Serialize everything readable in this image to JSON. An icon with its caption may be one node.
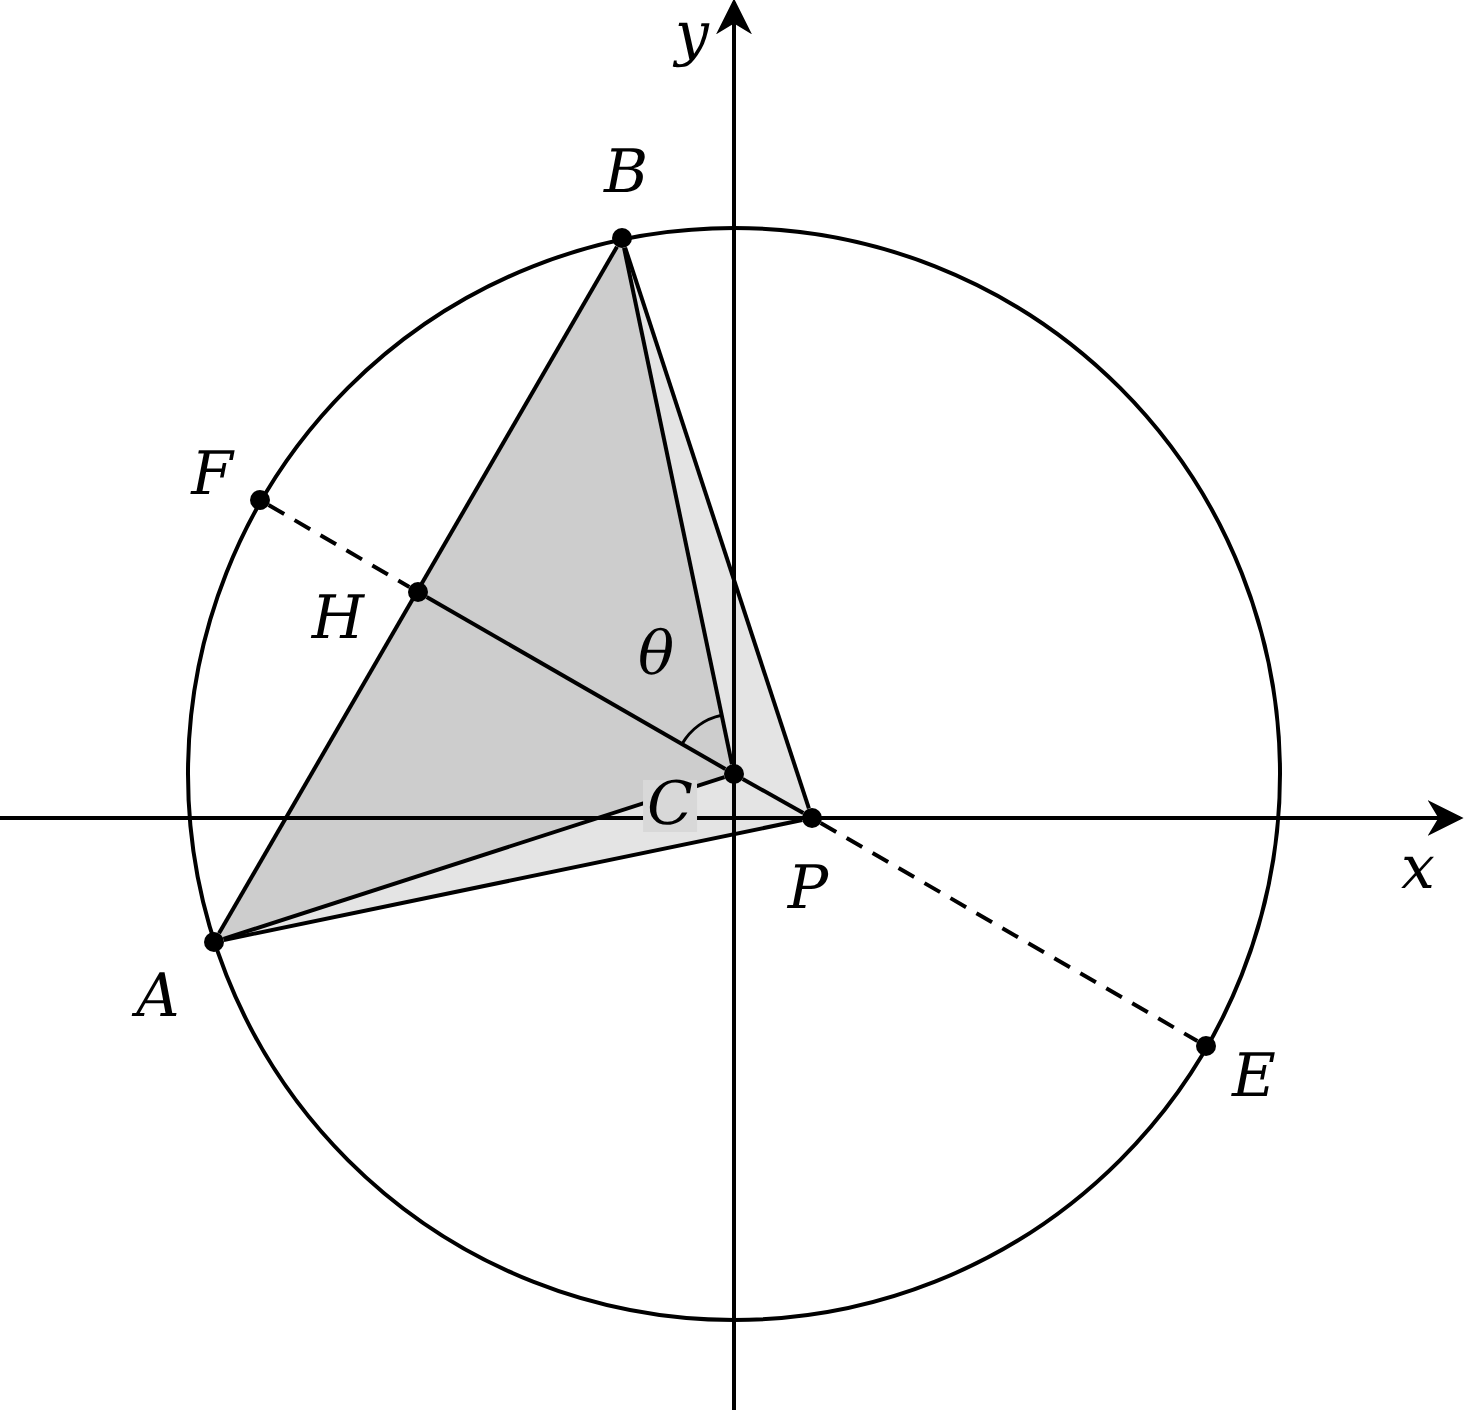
{
  "diagram": {
    "nodes": [
      {
        "text": [
          "B"
        ]
      },
      {
        "text": [
          "F"
        ]
      },
      {
        "text": [
          "H"
        ]
      },
      {
        "text": [
          "C"
        ]
      },
      {
        "text": [
          "P"
        ]
      },
      {
        "text": [
          "A"
        ]
      },
      {
        "text": [
          "E"
        ]
      }
    ],
    "edges": [
      {
        "from": 5,
        "to": 0,
        "arrow": "none"
      },
      {
        "from": 0,
        "to": 4,
        "arrow": "none"
      },
      {
        "from": 5,
        "to": 4,
        "arrow": "none"
      },
      {
        "from": 0,
        "to": 3,
        "arrow": "none"
      },
      {
        "from": 5,
        "to": 3,
        "arrow": "none"
      },
      {
        "from": 2,
        "to": 3,
        "arrow": "none"
      },
      {
        "from": 3,
        "to": 4,
        "arrow": "none"
      },
      {
        "from": 1,
        "to": 2,
        "arrow": "none",
        "style": "dashed"
      },
      {
        "from": 4,
        "to": 6,
        "arrow": "none",
        "style": "dashed"
      }
    ],
    "labels": [
      "y",
      "θ",
      "x"
    ]
  }
}
